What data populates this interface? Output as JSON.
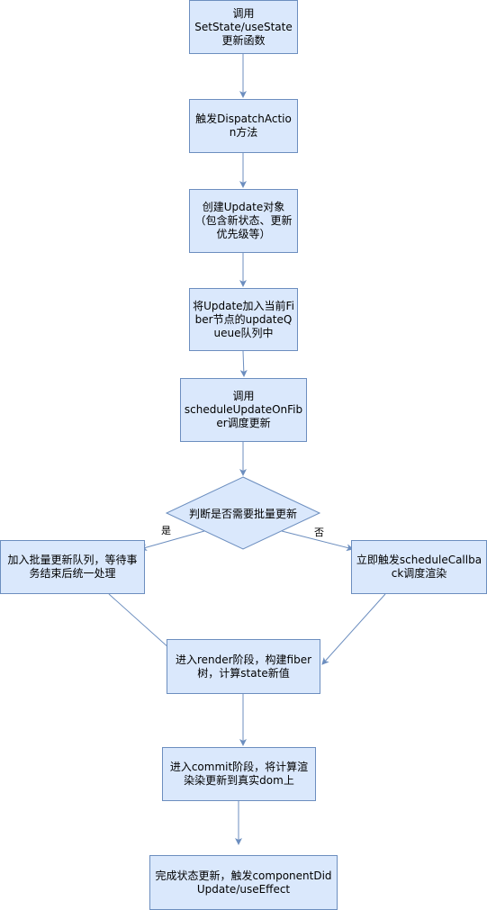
{
  "colors": {
    "node_fill": "#dae8fc",
    "node_stroke": "#6c8ebf",
    "edge": "#6c8ebf"
  },
  "nodes": {
    "call_setstate": "调用\nSetState/useState更新函数",
    "dispatch_action": "触发DispatchAction方法",
    "create_update": "创建Update对象（包含新状态、更新优先级等）",
    "enqueue_update": "将Update加入当前Fiber节点的updateQueue队列中",
    "schedule_update": "调用\nscheduleUpdateOnFiber调度更新",
    "batch_decision": "判断是否需要批量更新",
    "batch_queue": "加入批量更新队列，等待事务结束后统一处理",
    "immediate_callback": "立即触发scheduleCallback调度渲染",
    "render_phase": "进入render阶段，构建fiber树，计算state新值",
    "commit_phase": "进入commit阶段，将计算渲染染更新到真实dom上",
    "complete_update": "完成状态更新，触发componentDidUpdate/useEffect"
  },
  "edge_labels": {
    "yes": "是",
    "no": "否"
  }
}
